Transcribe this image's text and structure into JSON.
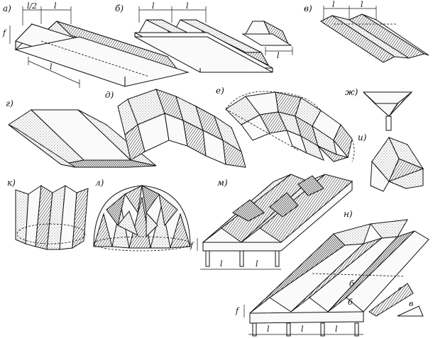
{
  "panels": [
    {
      "id": "a",
      "label": "а)"
    },
    {
      "id": "b",
      "label": "б)"
    },
    {
      "id": "v",
      "label": "в)"
    },
    {
      "id": "g",
      "label": "г)"
    },
    {
      "id": "d",
      "label": "д)"
    },
    {
      "id": "e",
      "label": "е)"
    },
    {
      "id": "zh",
      "label": "ж)"
    },
    {
      "id": "i",
      "label": "и)"
    },
    {
      "id": "k",
      "label": "к)"
    },
    {
      "id": "l",
      "label": "л)"
    },
    {
      "id": "m",
      "label": "м)"
    },
    {
      "id": "n",
      "label": "н)"
    }
  ],
  "dims": {
    "half_l": "l/2",
    "l": "l",
    "f": "f",
    "b": "б",
    "v": "в"
  }
}
